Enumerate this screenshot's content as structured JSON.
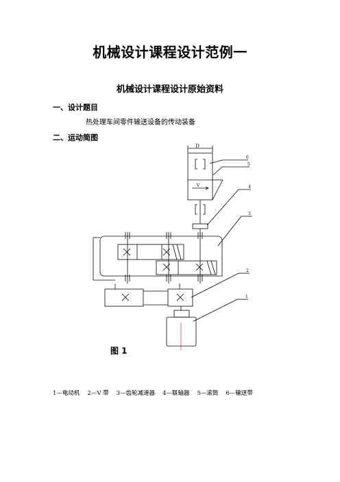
{
  "document": {
    "title": "机械设计课程设计范例一",
    "subtitle": "机械设计课程设计原始资料",
    "section1": {
      "heading": "一、设计题目",
      "content": "热处理车间零件输送设备的传动装备"
    },
    "section2": {
      "heading": "二、运动简图"
    },
    "figure": {
      "caption": "图 1",
      "labels": {
        "D": "D",
        "V": "V",
        "n1": "1",
        "n2": "2",
        "n3": "3",
        "n4": "4",
        "n5": "5",
        "n6": "6"
      }
    },
    "legend": [
      "1—电动机",
      "2—V 带",
      "3—齿轮减速器",
      "4—联轴器",
      "5—滚筒",
      "6—输送带"
    ]
  }
}
